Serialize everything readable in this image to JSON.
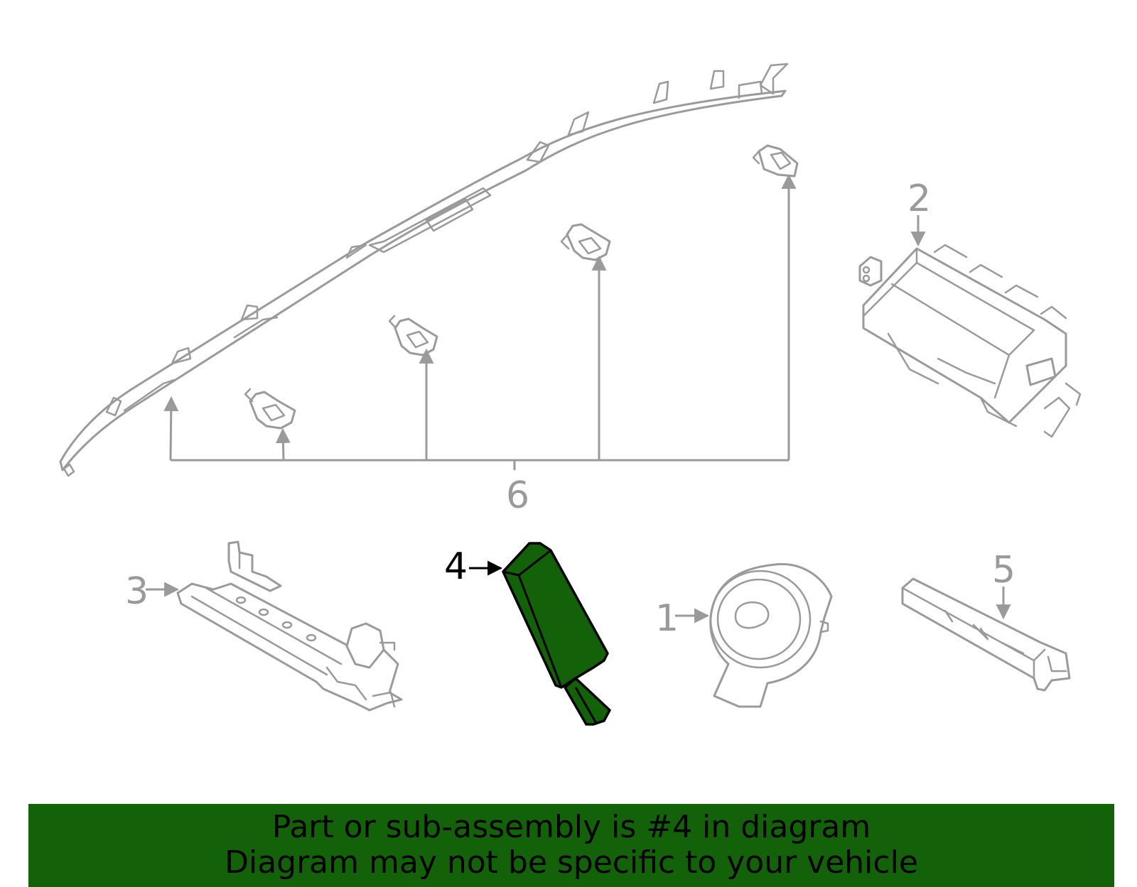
{
  "callouts": {
    "c1": "1",
    "c2": "2",
    "c3": "3",
    "c4": "4",
    "c5": "5",
    "c6": "6"
  },
  "highlighted_part": "4",
  "colors": {
    "part_stroke": "#9a9a9a",
    "highlight_fill": "#136109",
    "banner_bg": "#136109",
    "text_dark": "#000000"
  },
  "banner": {
    "line1": "Part or sub-assembly is #4 in diagram",
    "line2": "Diagram may not be specific to your vehicle"
  }
}
